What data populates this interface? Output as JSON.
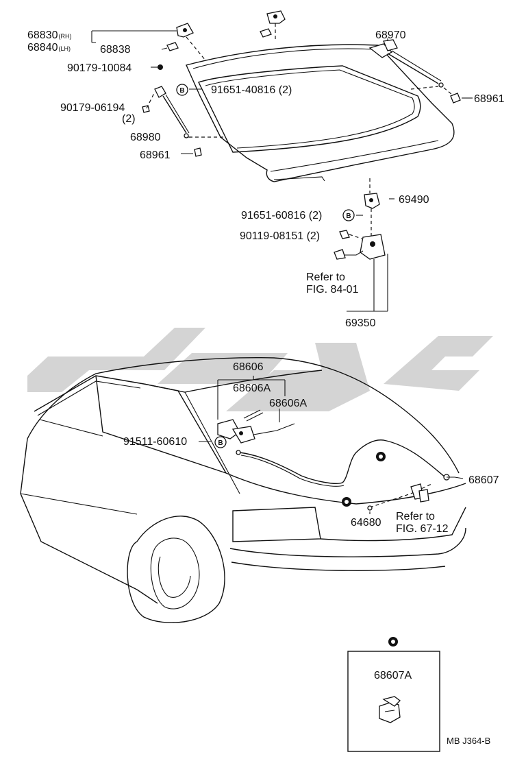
{
  "labels": {
    "p68830": "68830",
    "rh": "(RH)",
    "p68840": "68840",
    "lh": "(LH)",
    "p68838": "68838",
    "p90179_10084": "90179-10084",
    "p91651_40816": "91651-40816 (2)",
    "p90179_06194": "90179-06194",
    "qty2_a": "(2)",
    "p68980": "68980",
    "p68961_left": "68961",
    "p68970": "68970",
    "p68961_right": "68961",
    "p69490": "69490",
    "p91651_60816": "91651-60816 (2)",
    "p90119_08151": "90119-08151 (2)",
    "refer_to_a": "Refer to",
    "fig_84_01": "FIG. 84-01",
    "p69350": "69350",
    "p68606": "68606",
    "p68606A_1": "68606A",
    "p68606A_2": "68606A",
    "p91511_60610": "91511-60610",
    "p68607": "68607",
    "p64680": "64680",
    "refer_to_b": "Refer to",
    "fig_67_12": "FIG. 67-12",
    "p68607A": "68607A",
    "diagram_code": "MB J364-B"
  },
  "callout_letter": "B",
  "colors": {
    "ink": "#111111",
    "watermark": "#cfcfcf",
    "background": "#ffffff"
  }
}
